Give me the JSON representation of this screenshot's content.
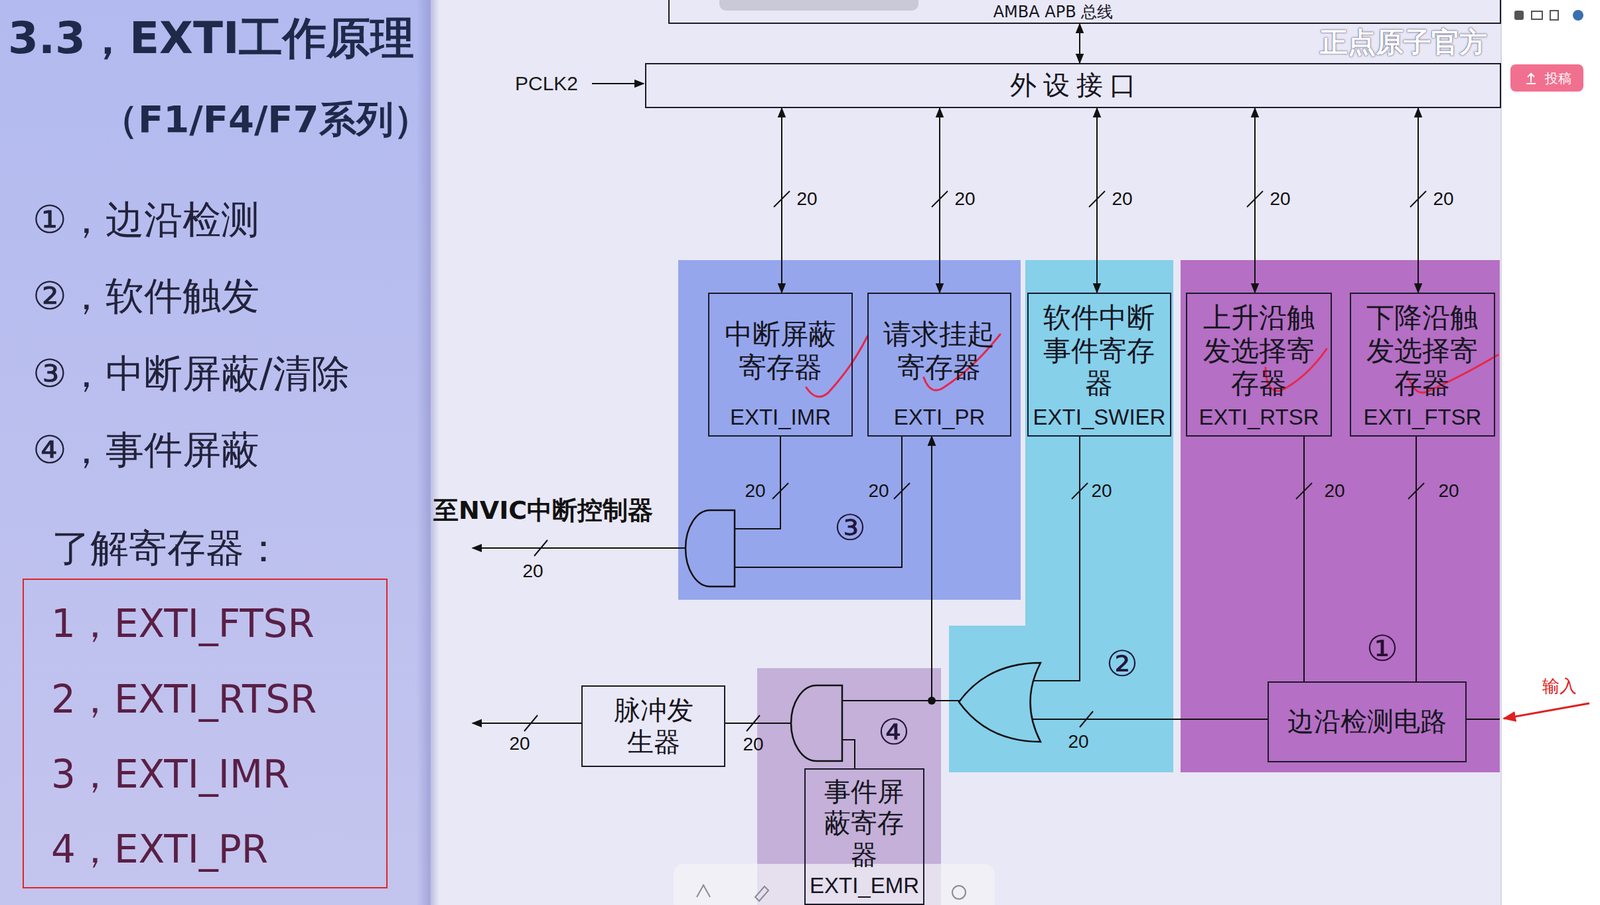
{
  "diagram": {
    "title": "3.3，EXTI工作原理",
    "nodes": [
      {
        "text": [
          "了解寄存器：",
          "1，EXTI_FTSR",
          "2，EXTI_RTSR",
          "3，EXTI_IMR",
          "4，EXTI_PR"
        ]
      },
      {
        "text": [
          "AMBA APB 总线"
        ]
      },
      {
        "text": [
          "外 设 接 口"
        ]
      },
      {
        "text": [
          "③"
        ]
      },
      {
        "text": [
          "中断屏蔽寄存器",
          "EXTI_IMR"
        ],
        "in": 3
      },
      {
        "text": [
          "请求挂起寄存器",
          "EXTI_PR"
        ],
        "in": 3
      },
      {
        "text": [
          "②"
        ]
      },
      {
        "text": [
          "软件中断事件寄存器",
          "EXTI_SWIER"
        ],
        "in": 6
      },
      {
        "text": [
          "①"
        ]
      },
      {
        "text": [
          "上升沿触发选择寄存器",
          "EXTI_RTSR"
        ],
        "in": 8
      },
      {
        "text": [
          "下降沿触发选择寄存器",
          "EXTI_FTSR"
        ],
        "in": 8
      },
      {
        "text": [
          "边沿检测电路"
        ],
        "in": 8
      },
      {
        "text": [
          "脉冲发生器"
        ]
      },
      {
        "text": [
          "④"
        ]
      },
      {
        "text": [
          "事件屏蔽寄存器",
          "EXTI_EMR"
        ],
        "in": 13
      }
    ],
    "edges": [
      {
        "from": 1,
        "to": 2,
        "arrow": "both"
      },
      {
        "from": 2,
        "to": 4,
        "arrow": "both",
        "label": "20"
      },
      {
        "from": 2,
        "to": 5,
        "arrow": "both",
        "label": "20"
      },
      {
        "from": 2,
        "to": 7,
        "arrow": "both",
        "label": "20"
      },
      {
        "from": 2,
        "to": 9,
        "arrow": "both",
        "label": "20"
      },
      {
        "from": 2,
        "to": 10,
        "arrow": "both",
        "label": "20"
      },
      {
        "from": 9,
        "to": 11,
        "arrow": "none",
        "label": "20"
      },
      {
        "from": 10,
        "to": 11,
        "arrow": "none",
        "label": "20"
      },
      {
        "from": 11,
        "to": 5,
        "arrow": "to",
        "label": "20"
      },
      {
        "from": 7,
        "to": 5,
        "arrow": "to",
        "label": "20"
      },
      {
        "from": 11,
        "to": 12,
        "arrow": "none",
        "label": "20"
      },
      {
        "from": 14,
        "to": 12,
        "arrow": "none"
      }
    ],
    "labels": [
      "（F1/F4/F7系列）",
      "①，边沿检测",
      "②，软件触发",
      "③，中断屏蔽/清除",
      "④，事件屏蔽",
      "PCLK2",
      "20",
      "20",
      "至NVIC中断控制器",
      "20",
      "20",
      "输入",
      "正点原子官方",
      "投稿"
    ]
  }
}
